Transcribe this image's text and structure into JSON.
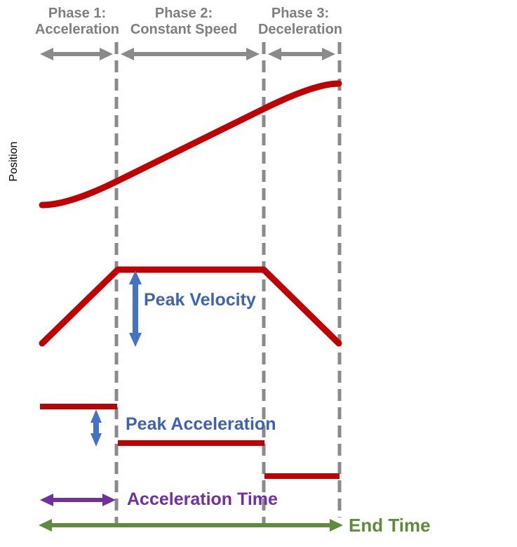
{
  "figure": {
    "type": "motion-profile-diagram",
    "phases": [
      {
        "line1": "Phase 1:",
        "line2": "Acceleration"
      },
      {
        "line1": "Phase 2:",
        "line2": "Constant Speed"
      },
      {
        "line1": "Phase 3:",
        "line2": "Deceleration"
      }
    ],
    "axis_label_vertical": "Position",
    "annotations": {
      "peak_velocity": "Peak Velocity",
      "peak_acceleration": "Peak Acceleration",
      "acceleration_time": "Acceleration Time",
      "end_time": "End Time"
    },
    "curves": {
      "position": {
        "shape": "s-curve",
        "segments": [
          "ease-in",
          "linear",
          "ease-out"
        ]
      },
      "velocity": {
        "shape": "trapezoid",
        "segments": [
          "ramp-up",
          "constant-peak",
          "ramp-down"
        ]
      },
      "acceleration": {
        "shape": "step",
        "levels": [
          "+peak",
          "zero",
          "-peak"
        ]
      }
    },
    "colors": {
      "curve_red": "#C00000",
      "phase_gray": "#8A8A8A",
      "phase_text_gray": "#7F7F7F",
      "annotation_blue": "#4472C4",
      "annotation_blue_text": "#3F63B0",
      "annotation_purple": "#7030A0",
      "annotation_green": "#5E8B3C",
      "background": "#FFFFFF"
    }
  }
}
